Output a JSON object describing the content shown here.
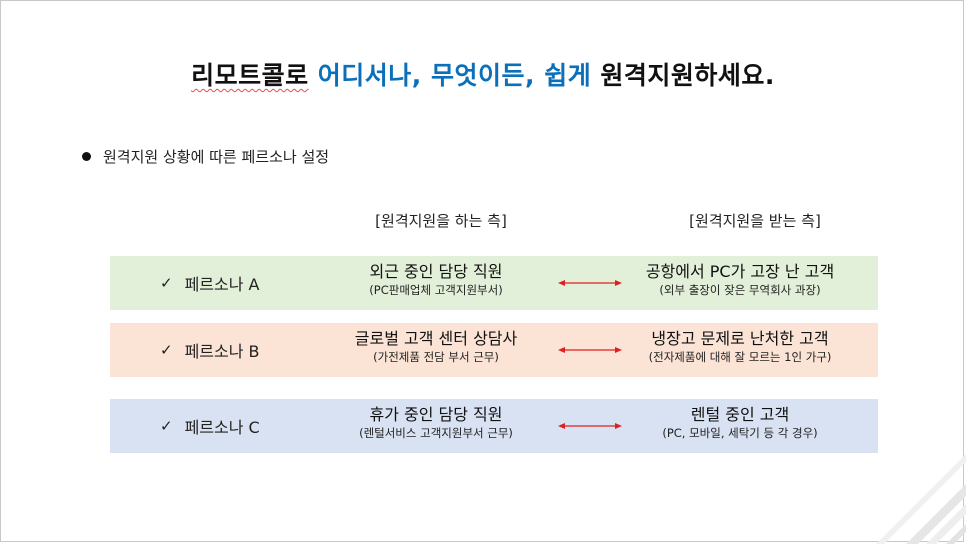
{
  "title": {
    "part1": "리모트콜로",
    "part2": "어디서나, 무엇이든, 쉽게",
    "part3": "원격지원하세요."
  },
  "bullet": "원격지원 상황에 따른 페르소나 설정",
  "headers": {
    "giver": "[원격지원을 하는 측]",
    "receiver": "[원격지원을 받는 측]"
  },
  "personas": [
    {
      "label": "페르소나 A",
      "giver_main": "외근 중인 담당 직원",
      "giver_sub": "(PC판매업체 고객지원부서)",
      "receiver_main": "공항에서 PC가 고장 난 고객",
      "receiver_sub": "(외부 출장이 잦은 무역회사 과장)"
    },
    {
      "label": "페르소나 B",
      "giver_main": "글로벌 고객 센터 상담사",
      "giver_sub": "(가전제품 전담 부서 근무)",
      "receiver_main": "냉장고 문제로 난처한 고객",
      "receiver_sub": "(전자제품에 대해 잘 모르는 1인 가구)"
    },
    {
      "label": "페르소나 C",
      "giver_main": "휴가 중인 담당 직원",
      "giver_sub": "(렌털서비스 고객지원부서 근무)",
      "receiver_main": "렌털 중인 고객",
      "receiver_sub": "(PC, 모바일, 세탁기 등 각 경우)"
    }
  ],
  "icons": {
    "check": "check-icon",
    "arrow": "double-arrow-icon"
  },
  "colors": {
    "blue_accent": "#0b6fba",
    "row_a": "#e2efd9",
    "row_b": "#fbe3d5",
    "row_c": "#d9e2f3",
    "arrow": "#e02020"
  }
}
